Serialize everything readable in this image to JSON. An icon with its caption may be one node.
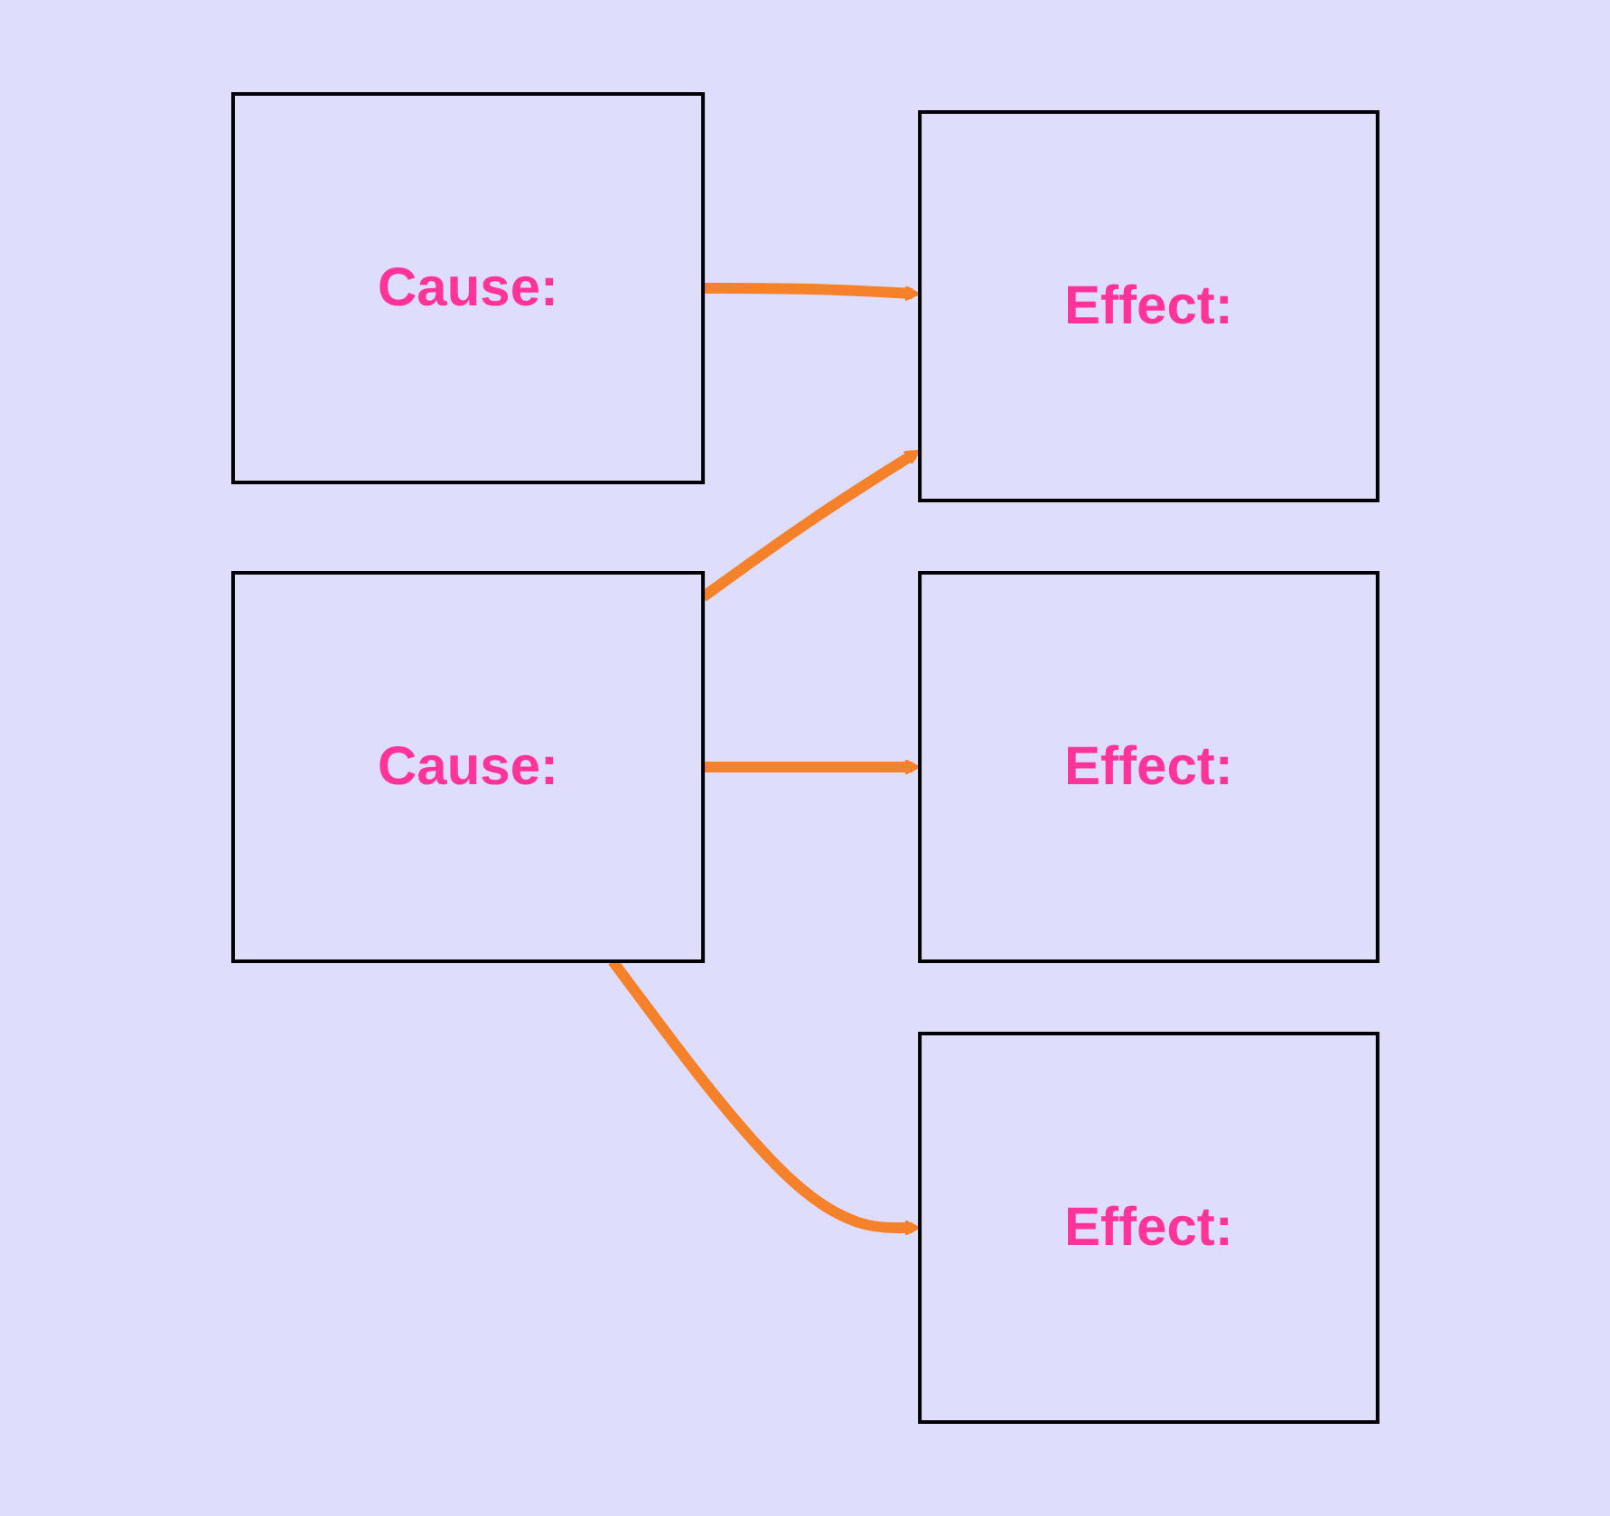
{
  "diagram": {
    "nodes": [
      {
        "text": [
          "Cause:"
        ]
      },
      {
        "text": [
          "Effect:"
        ]
      },
      {
        "text": [
          "Cause:"
        ]
      },
      {
        "text": [
          "Effect:"
        ]
      },
      {
        "text": [
          "Effect:"
        ]
      }
    ],
    "edges": [
      {
        "from": 0,
        "to": 1,
        "arrow": "to"
      },
      {
        "from": 2,
        "to": 1,
        "arrow": "to"
      },
      {
        "from": 2,
        "to": 3,
        "arrow": "to"
      },
      {
        "from": 2,
        "to": 4,
        "arrow": "to"
      }
    ]
  }
}
